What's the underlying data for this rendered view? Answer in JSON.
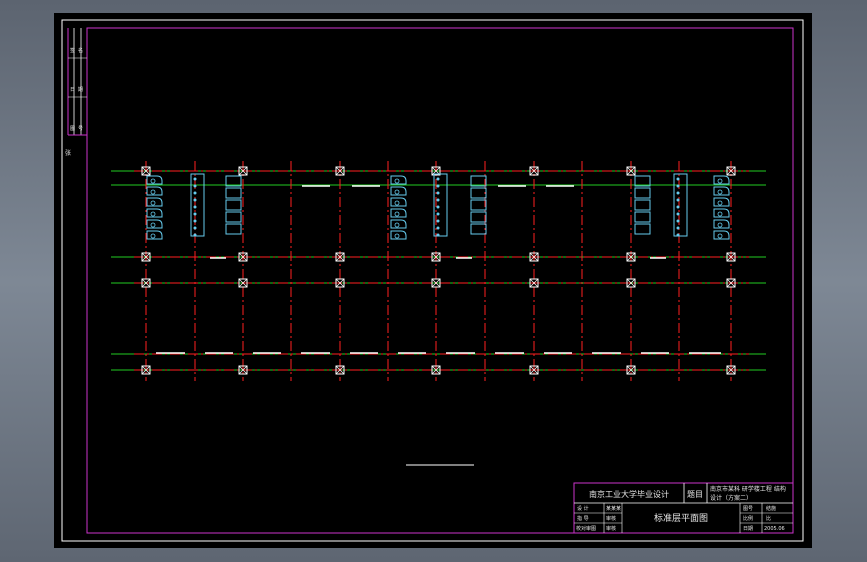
{
  "title_block": {
    "school": "南京工业大学毕业设计",
    "title_label": "题目",
    "project_line1": "南京市某科 研学楼工程 结构",
    "project_line2": "设计（方案二）",
    "drawing_name": "标准层平面图",
    "left_cells": [
      "设 计",
      "某某某",
      "指 导",
      "审核",
      "校对审图",
      "审核"
    ],
    "right_cells": [
      "图号",
      "结施",
      "比例",
      "比",
      "日期",
      "2005.06"
    ]
  },
  "side_strip": {
    "labels": [
      "签",
      "名",
      "日",
      "期",
      "图",
      "号"
    ],
    "mark": "张"
  },
  "colors": {
    "background": "#000000",
    "sheet_border": "#ffffff",
    "inner_frame": "#cc33cc",
    "axis": "#ff2020",
    "grid_line": "#22cc22",
    "stair": "#66ccee",
    "wall": "#ffffff"
  }
}
